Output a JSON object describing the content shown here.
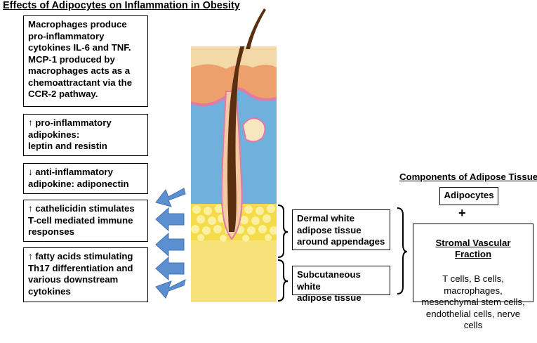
{
  "title": "Effects of Adipocytes on Inflammation in Obesity",
  "effects": [
    {
      "text": "Macrophages produce\npro-inflammatory\ncytokines IL-6 and TNF.\nMCP-1 produced by\nmacrophages acts as a\nchemoattractant  via the\nCCR-2 pathway."
    },
    {
      "text": "↑ pro-inflammatory\nadipokines:\nleptin and resistin"
    },
    {
      "text": "↓ anti-inflammatory\nadipokine: adiponectin"
    },
    {
      "text": "↑ cathelicidin stimulates\nT-cell mediated immune\nresponses"
    },
    {
      "text": "↑ fatty acids stimulating\nTh17 differentiation and\nvarious downstream\ncytokines"
    }
  ],
  "tissues": {
    "dermal": "Dermal white\nadipose tissue\naround appendages",
    "subcutaneous": "Subcutaneous white\nadipose tissue"
  },
  "components": {
    "title": "Components of Adipose Tissues",
    "adipocytes": "Adipocytes",
    "plus": "+",
    "svf_title": "Stromal Vascular Fraction",
    "svf_body": "T cells, B cells,\nmacrophages,\nmesenchymal stem cells,\nendothelial cells, nerve\ncells"
  },
  "colors": {
    "arrow": "#5b8fd0",
    "skin_surface": "#f0b488",
    "dermis": "#6fb0dc",
    "fat": "#f5e06a",
    "hair": "#5a2e10"
  }
}
